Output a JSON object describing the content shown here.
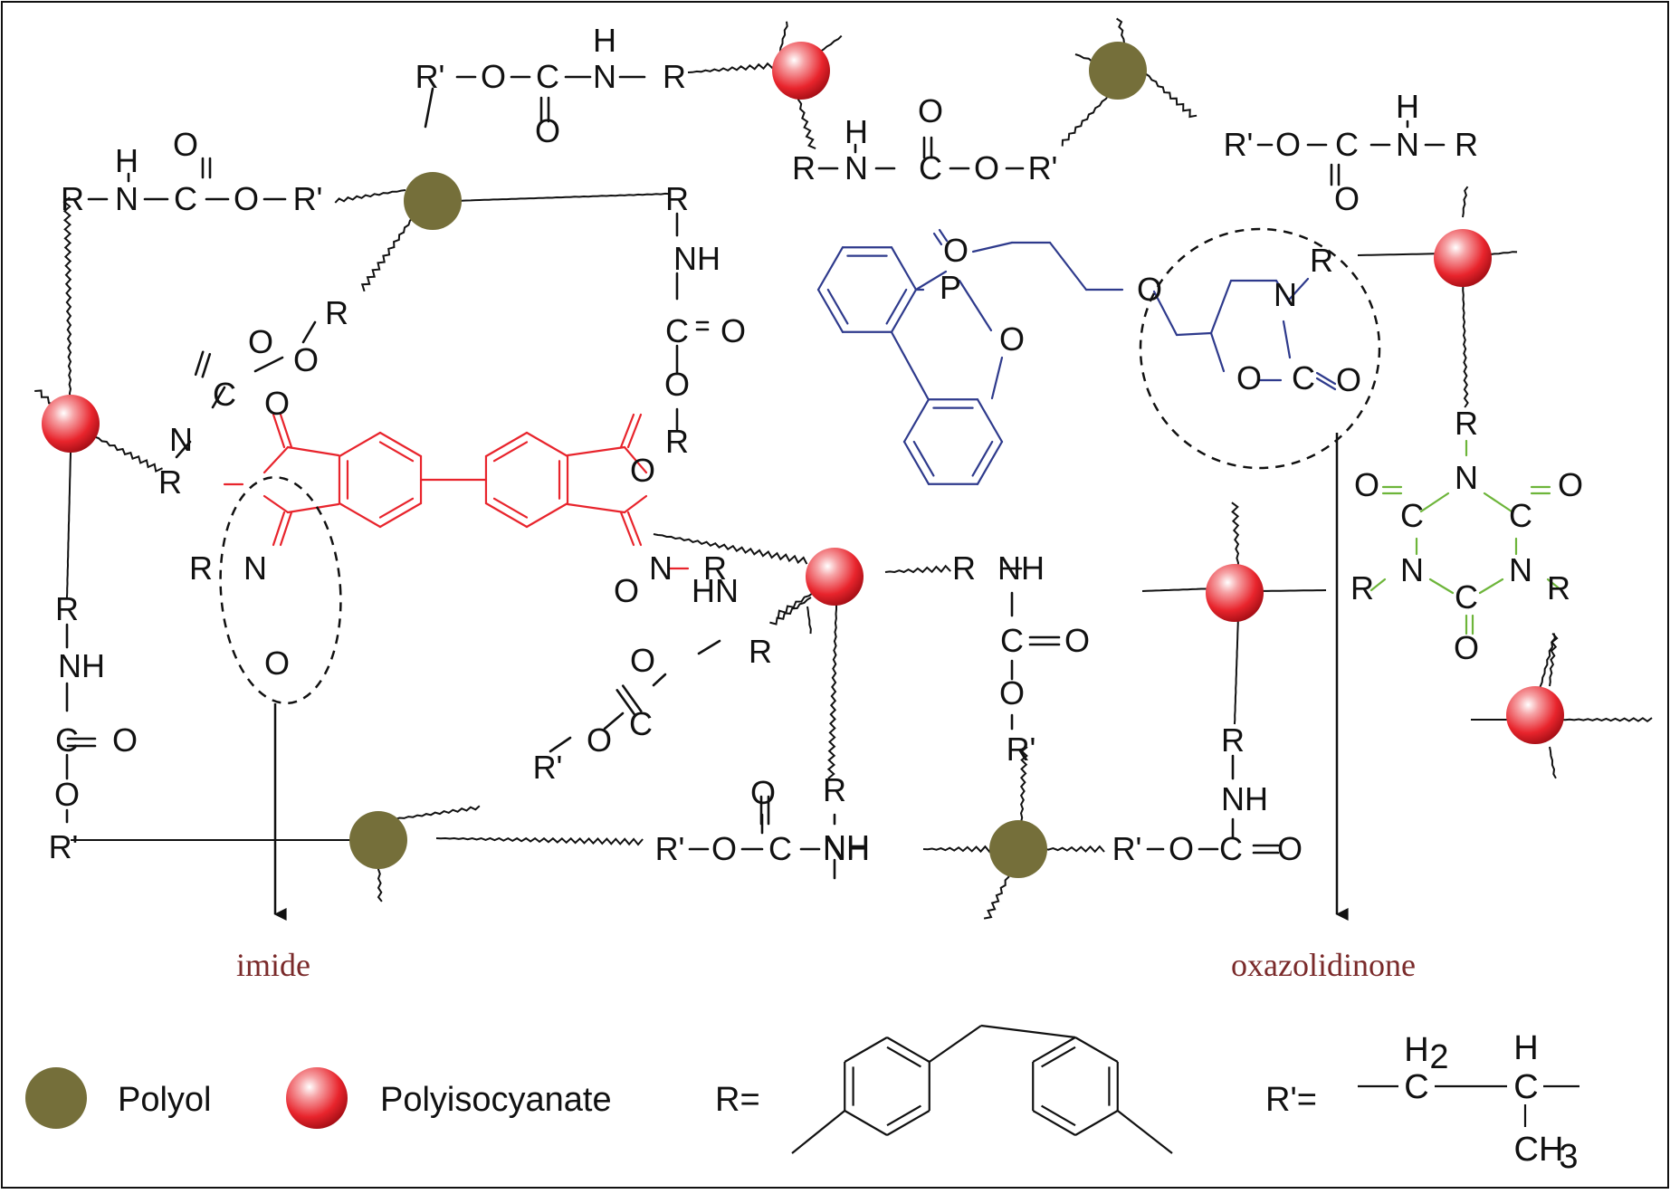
{
  "colors": {
    "polyol": "#756F3A",
    "polyisocyanate": "#E8242C",
    "imide_structure": "#E8242C",
    "dopo_oxazolidinone": "#2E3A8C",
    "isocyanurate": "#6DB53A",
    "caption": "#7A2A2A",
    "bond": "#111111"
  },
  "atoms": {
    "R": "R",
    "Rp": "R'",
    "O": "O",
    "N": "N",
    "C": "C",
    "H": "H",
    "NH": "NH",
    "HN": "HN",
    "P": "P",
    "H2": "H",
    "CH3": "CH",
    "sub2": "2",
    "sub3": "3"
  },
  "captions": {
    "imide": "imide",
    "oxazolidinone": "oxazolidinone"
  },
  "legend": {
    "polyol_label": "Polyol",
    "polyisocyanate_label": "Polyisocyanate",
    "r_label": "R=",
    "rprime_label": "R'="
  }
}
